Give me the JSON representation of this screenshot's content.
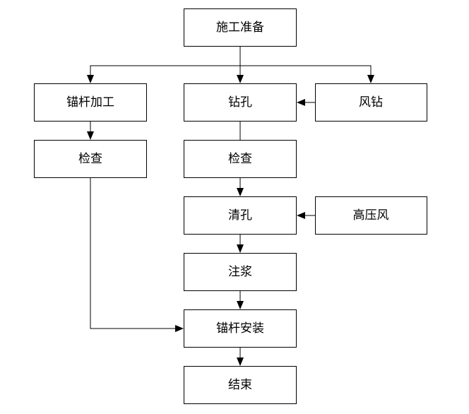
{
  "diagram": {
    "nodes": {
      "start": "施工准备",
      "bolt_processing": "锚杆加工",
      "drilling": "钻孔",
      "air_drill": "风钻",
      "inspect_left": "检查",
      "inspect_center": "检查",
      "hole_cleaning": "清孔",
      "high_pressure_air": "高压风",
      "grouting": "注浆",
      "bolt_installation": "锚杆安装",
      "end": "结束"
    },
    "edges": [
      {
        "from": "start",
        "to": "bolt_processing"
      },
      {
        "from": "start",
        "to": "drilling"
      },
      {
        "from": "start",
        "to": "air_drill"
      },
      {
        "from": "air_drill",
        "to": "drilling"
      },
      {
        "from": "bolt_processing",
        "to": "inspect_left"
      },
      {
        "from": "drilling",
        "to": "inspect_center"
      },
      {
        "from": "inspect_center",
        "to": "hole_cleaning"
      },
      {
        "from": "high_pressure_air",
        "to": "hole_cleaning"
      },
      {
        "from": "hole_cleaning",
        "to": "grouting"
      },
      {
        "from": "grouting",
        "to": "bolt_installation"
      },
      {
        "from": "inspect_left",
        "to": "bolt_installation"
      },
      {
        "from": "bolt_installation",
        "to": "end"
      }
    ]
  }
}
